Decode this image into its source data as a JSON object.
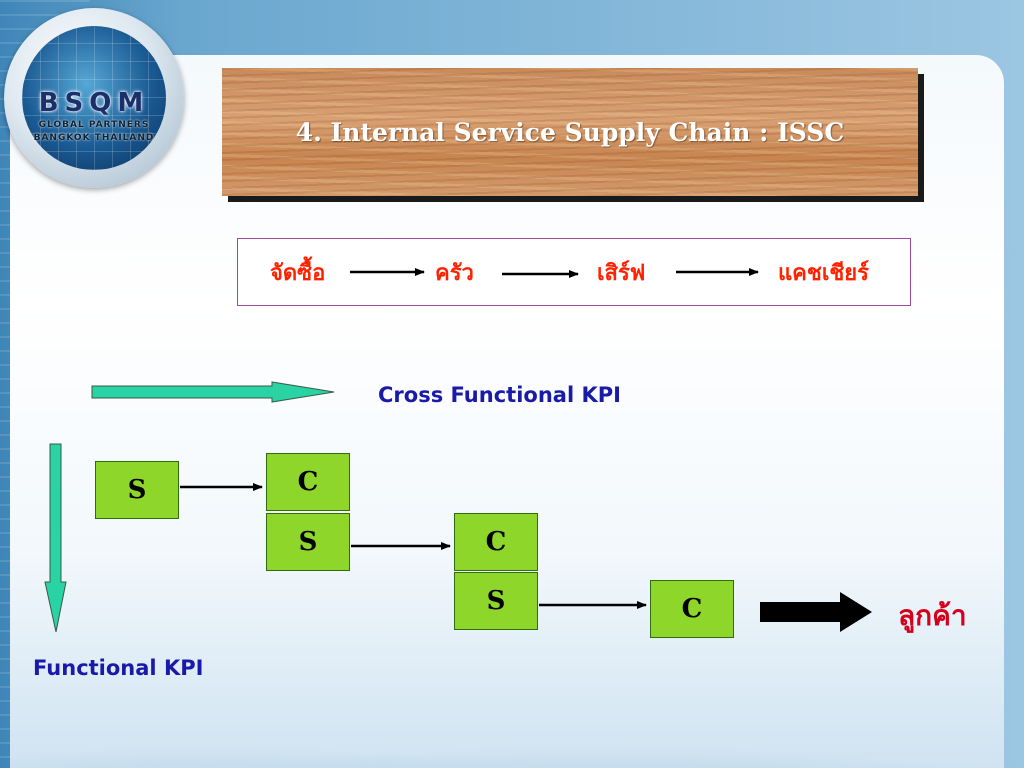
{
  "logo": {
    "name": "BSQM",
    "line1": "GLOBAL PARTNERS",
    "line2": "BANGKOK THAILAND"
  },
  "title": "4. Internal Service Supply Chain : ISSC",
  "chain": {
    "steps": [
      "จัดซื้อ",
      "ครัว",
      "เสิร์ฟ",
      "แคชเชียร์"
    ],
    "text_color": "#ff2200",
    "border_color": "#a0489a"
  },
  "cross_functional_label": "Cross Functional KPI",
  "functional_label": "Functional KPI",
  "nodes": {
    "n1_s": "S",
    "n2_c": "C",
    "n2_s": "S",
    "n3_c": "C",
    "n3_s": "S",
    "n4_c": "C"
  },
  "customer_label": "ลูกค้า",
  "colors": {
    "node_fill": "#8fd62a",
    "kpi_arrow": "#2ad3a3",
    "kpi_text": "#1a1aa8",
    "customer_text": "#d6001c"
  }
}
